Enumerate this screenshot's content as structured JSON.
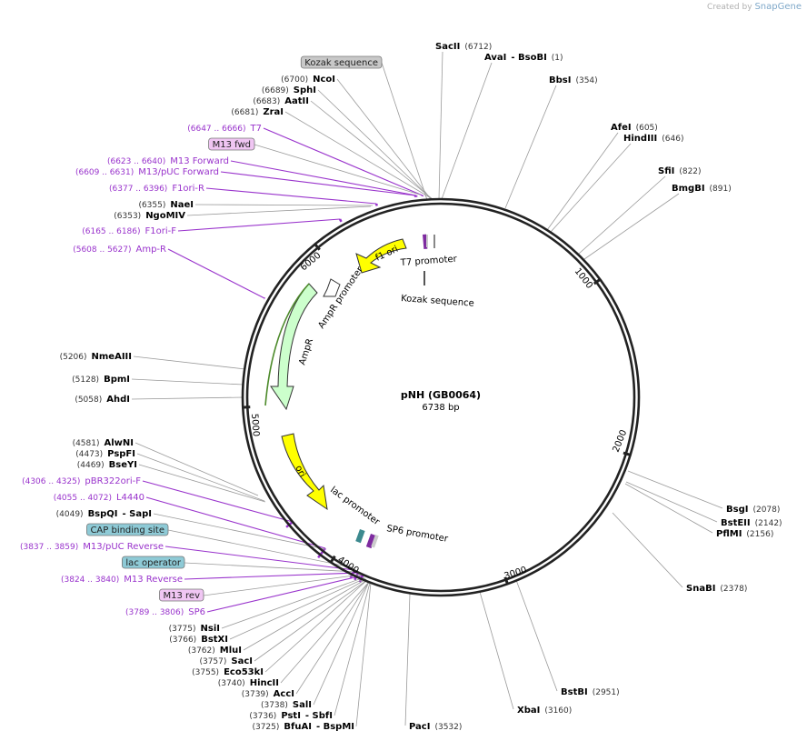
{
  "watermark": {
    "prefix": "Created by",
    "brand": "SnapGene"
  },
  "plasmid": {
    "name": "pNH  (GB0064)",
    "length": "6738 bp"
  },
  "colors": {
    "backbone": "#222222",
    "feature_primer": "#9933cc",
    "site": "#000000",
    "site_position": "#333333",
    "line": "#9a9a9a",
    "purple_box": "#f0c6f3",
    "gray_box": "#c8c8c8",
    "teal_box": "#8ecad6",
    "ori": "#ffff00",
    "ampr": "#ccffcc",
    "promoter": "#ffffff"
  },
  "ticks": [
    "1000",
    "2000",
    "3000",
    "4000",
    "5000",
    "6000"
  ],
  "features_on_map": [
    {
      "label": "f1 ori",
      "color": "#ffff00"
    },
    {
      "label": "T7 promoter",
      "color": "#ffffff"
    },
    {
      "label": "Kozak sequence",
      "color": "#777777"
    },
    {
      "label": "AmpR promoter",
      "color": "#ffffff"
    },
    {
      "label": "AmpR",
      "color": "#ccffcc"
    },
    {
      "label": "ori",
      "color": "#ffff00"
    },
    {
      "label": "lac promoter",
      "color": "#ffffff"
    },
    {
      "label": "SP6 promoter",
      "color": "#ffffff"
    }
  ],
  "labels_left": [
    {
      "kind": "box",
      "box": "gray",
      "name": "Kozak sequence"
    },
    {
      "kind": "site",
      "pos": "(6700)",
      "name": "NcoI"
    },
    {
      "kind": "site",
      "pos": "(6689)",
      "name": "SphI"
    },
    {
      "kind": "site",
      "pos": "(6683)",
      "name": "AatII"
    },
    {
      "kind": "site",
      "pos": "(6681)",
      "name": "ZraI"
    },
    {
      "kind": "primer",
      "pos": "(6647 .. 6666)",
      "name": "T7"
    },
    {
      "kind": "box",
      "box": "purple",
      "name": "M13 fwd"
    },
    {
      "kind": "primer",
      "pos": "(6623 .. 6640)",
      "name": "M13 Forward"
    },
    {
      "kind": "primer",
      "pos": "(6609 .. 6631)",
      "name": "M13/pUC Forward"
    },
    {
      "kind": "primer",
      "pos": "(6377 .. 6396)",
      "name": "F1ori-R"
    },
    {
      "kind": "site",
      "pos": "(6355)",
      "name": "NaeI"
    },
    {
      "kind": "site",
      "pos": "(6353)",
      "name": "NgoMIV"
    },
    {
      "kind": "primer",
      "pos": "(6165 .. 6186)",
      "name": "F1ori-F"
    },
    {
      "kind": "primer",
      "pos": "(5608 .. 5627)",
      "name": "Amp-R"
    },
    {
      "kind": "site",
      "pos": "(5206)",
      "name": "NmeAIII"
    },
    {
      "kind": "site",
      "pos": "(5128)",
      "name": "BpmI"
    },
    {
      "kind": "site",
      "pos": "(5058)",
      "name": "AhdI"
    },
    {
      "kind": "site",
      "pos": "(4581)",
      "name": "AlwNI"
    },
    {
      "kind": "site",
      "pos": "(4473)",
      "name": "PspFI"
    },
    {
      "kind": "site",
      "pos": "(4469)",
      "name": "BseYI"
    },
    {
      "kind": "primer",
      "pos": "(4306 .. 4325)",
      "name": "pBR322ori-F"
    },
    {
      "kind": "primer",
      "pos": "(4055 .. 4072)",
      "name": "L4440"
    },
    {
      "kind": "site",
      "pos": "(4049)",
      "name": "BspQI",
      "extra": "- SapI"
    },
    {
      "kind": "box",
      "box": "teal",
      "name": "CAP binding site"
    },
    {
      "kind": "primer",
      "pos": "(3837 .. 3859)",
      "name": "M13/pUC Reverse"
    },
    {
      "kind": "box",
      "box": "teal",
      "name": "lac operator"
    },
    {
      "kind": "primer",
      "pos": "(3824 .. 3840)",
      "name": "M13 Reverse"
    },
    {
      "kind": "box",
      "box": "purple",
      "name": "M13 rev"
    },
    {
      "kind": "primer",
      "pos": "(3789 .. 3806)",
      "name": "SP6"
    },
    {
      "kind": "site",
      "pos": "(3775)",
      "name": "NsiI"
    },
    {
      "kind": "site",
      "pos": "(3766)",
      "name": "BstXI"
    },
    {
      "kind": "site",
      "pos": "(3762)",
      "name": "MluI"
    },
    {
      "kind": "site",
      "pos": "(3757)",
      "name": "SacI"
    },
    {
      "kind": "site",
      "pos": "(3755)",
      "name": "Eco53kI"
    },
    {
      "kind": "site",
      "pos": "(3740)",
      "name": "HincII"
    },
    {
      "kind": "site",
      "pos": "(3739)",
      "name": "AccI"
    },
    {
      "kind": "site",
      "pos": "(3738)",
      "name": "SalI"
    },
    {
      "kind": "site",
      "pos": "(3736)",
      "name": "PstI",
      "extra": "- SbfI"
    },
    {
      "kind": "site",
      "pos": "(3725)",
      "name": "BfuAI",
      "extra": "- BspMI"
    }
  ],
  "labels_right": [
    {
      "kind": "site",
      "name": "SacII",
      "pos": "(6712)"
    },
    {
      "kind": "site",
      "name": "AvaI",
      "extra": "- BsoBI",
      "pos": "(1)"
    },
    {
      "kind": "site",
      "name": "BbsI",
      "pos": "(354)"
    },
    {
      "kind": "site",
      "name": "AfeI",
      "pos": "(605)"
    },
    {
      "kind": "site",
      "name": "HindIII",
      "pos": "(646)"
    },
    {
      "kind": "site",
      "name": "SfiI",
      "pos": "(822)"
    },
    {
      "kind": "site",
      "name": "BmgBI",
      "pos": "(891)"
    },
    {
      "kind": "site",
      "name": "BsgI",
      "pos": "(2078)"
    },
    {
      "kind": "site",
      "name": "BstEII",
      "pos": "(2142)"
    },
    {
      "kind": "site",
      "name": "PflMI",
      "pos": "(2156)"
    },
    {
      "kind": "site",
      "name": "SnaBI",
      "pos": "(2378)"
    },
    {
      "kind": "site",
      "name": "BstBI",
      "pos": "(2951)"
    },
    {
      "kind": "site",
      "name": "XbaI",
      "pos": "(3160)"
    },
    {
      "kind": "site",
      "name": "PacI",
      "pos": "(3532)"
    }
  ]
}
